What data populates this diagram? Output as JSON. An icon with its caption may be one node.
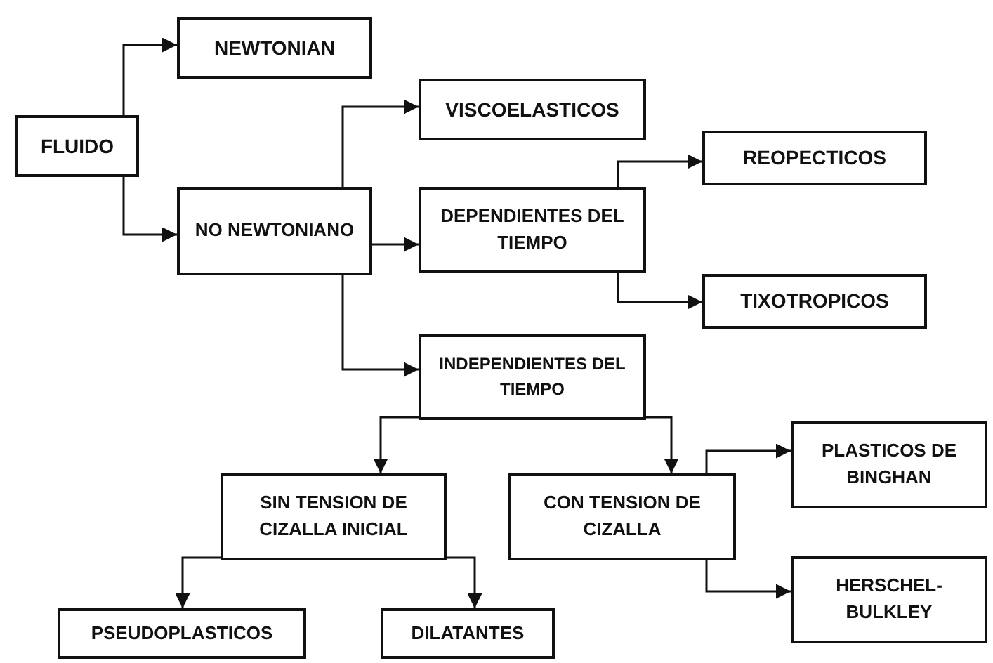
{
  "diagram": {
    "nodes": [
      {
        "text": [
          "FLUIDO"
        ]
      },
      {
        "text": [
          "NEWTONIAN"
        ]
      },
      {
        "text": [
          "NO NEWTONIANO"
        ]
      },
      {
        "text": [
          "VISCOELASTICOS"
        ]
      },
      {
        "text": [
          "DEPENDIENTES DEL TIEMPO"
        ]
      },
      {
        "text": [
          "REOPECTICOS"
        ]
      },
      {
        "text": [
          "TIXOTROPICOS"
        ]
      },
      {
        "text": [
          "INDEPENDIENTES DEL TIEMPO"
        ]
      },
      {
        "text": [
          "SIN TENSION DE CIZALLA INICIAL"
        ]
      },
      {
        "text": [
          "CON TENSION DE CIZALLA"
        ]
      },
      {
        "text": [
          "PLASTICOS DE BINGHAN"
        ]
      },
      {
        "text": [
          "HERSCHEL- BULKLEY"
        ]
      },
      {
        "text": [
          "PSEUDOPLASTICOS"
        ]
      },
      {
        "text": [
          "DILATANTES"
        ]
      }
    ],
    "edges": [
      {
        "from": 0,
        "to": 1,
        "arrow": "to"
      },
      {
        "from": 0,
        "to": 2,
        "arrow": "to"
      },
      {
        "from": 2,
        "to": 3,
        "arrow": "to"
      },
      {
        "from": 2,
        "to": 4,
        "arrow": "to"
      },
      {
        "from": 2,
        "to": 7,
        "arrow": "to"
      },
      {
        "from": 4,
        "to": 5,
        "arrow": "to"
      },
      {
        "from": 4,
        "to": 6,
        "arrow": "to"
      },
      {
        "from": 7,
        "to": 8,
        "arrow": "to"
      },
      {
        "from": 7,
        "to": 9,
        "arrow": "to"
      },
      {
        "from": 9,
        "to": 10,
        "arrow": "to"
      },
      {
        "from": 9,
        "to": 11,
        "arrow": "to"
      },
      {
        "from": 8,
        "to": 12,
        "arrow": "to"
      },
      {
        "from": 8,
        "to": 13,
        "arrow": "to"
      }
    ]
  }
}
